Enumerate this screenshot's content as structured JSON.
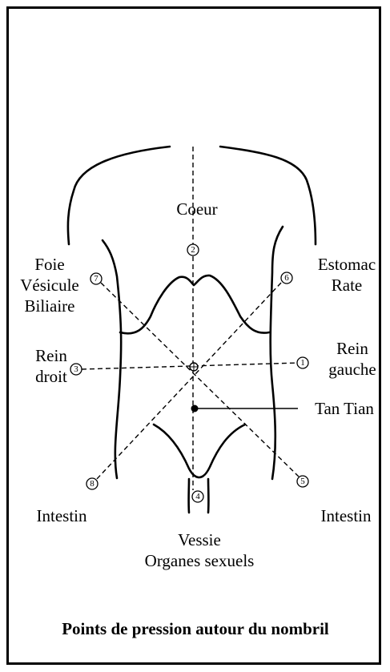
{
  "labels": {
    "coeur": "Coeur",
    "foie_line1": "Foie",
    "foie_line2": "Vésicule",
    "foie_line3": "Biliaire",
    "estomac_line1": "Estomac",
    "estomac_line2": "Rate",
    "rein_droit_line1": "Rein",
    "rein_droit_line2": "droit",
    "rein_gauche_line1": "Rein",
    "rein_gauche_line2": "gauche",
    "tan_tian": "Tan Tian",
    "intestin_left": "Intestin",
    "intestin_right": "Intestin",
    "vessie_line1": "Vessie",
    "vessie_line2": "Organes sexuels"
  },
  "points": {
    "p1": "1",
    "p2": "2",
    "p3": "3",
    "p4": "4",
    "p5": "5",
    "p6": "6",
    "p7": "7",
    "p8": "8"
  },
  "caption": "Points de pression autour du nombril"
}
